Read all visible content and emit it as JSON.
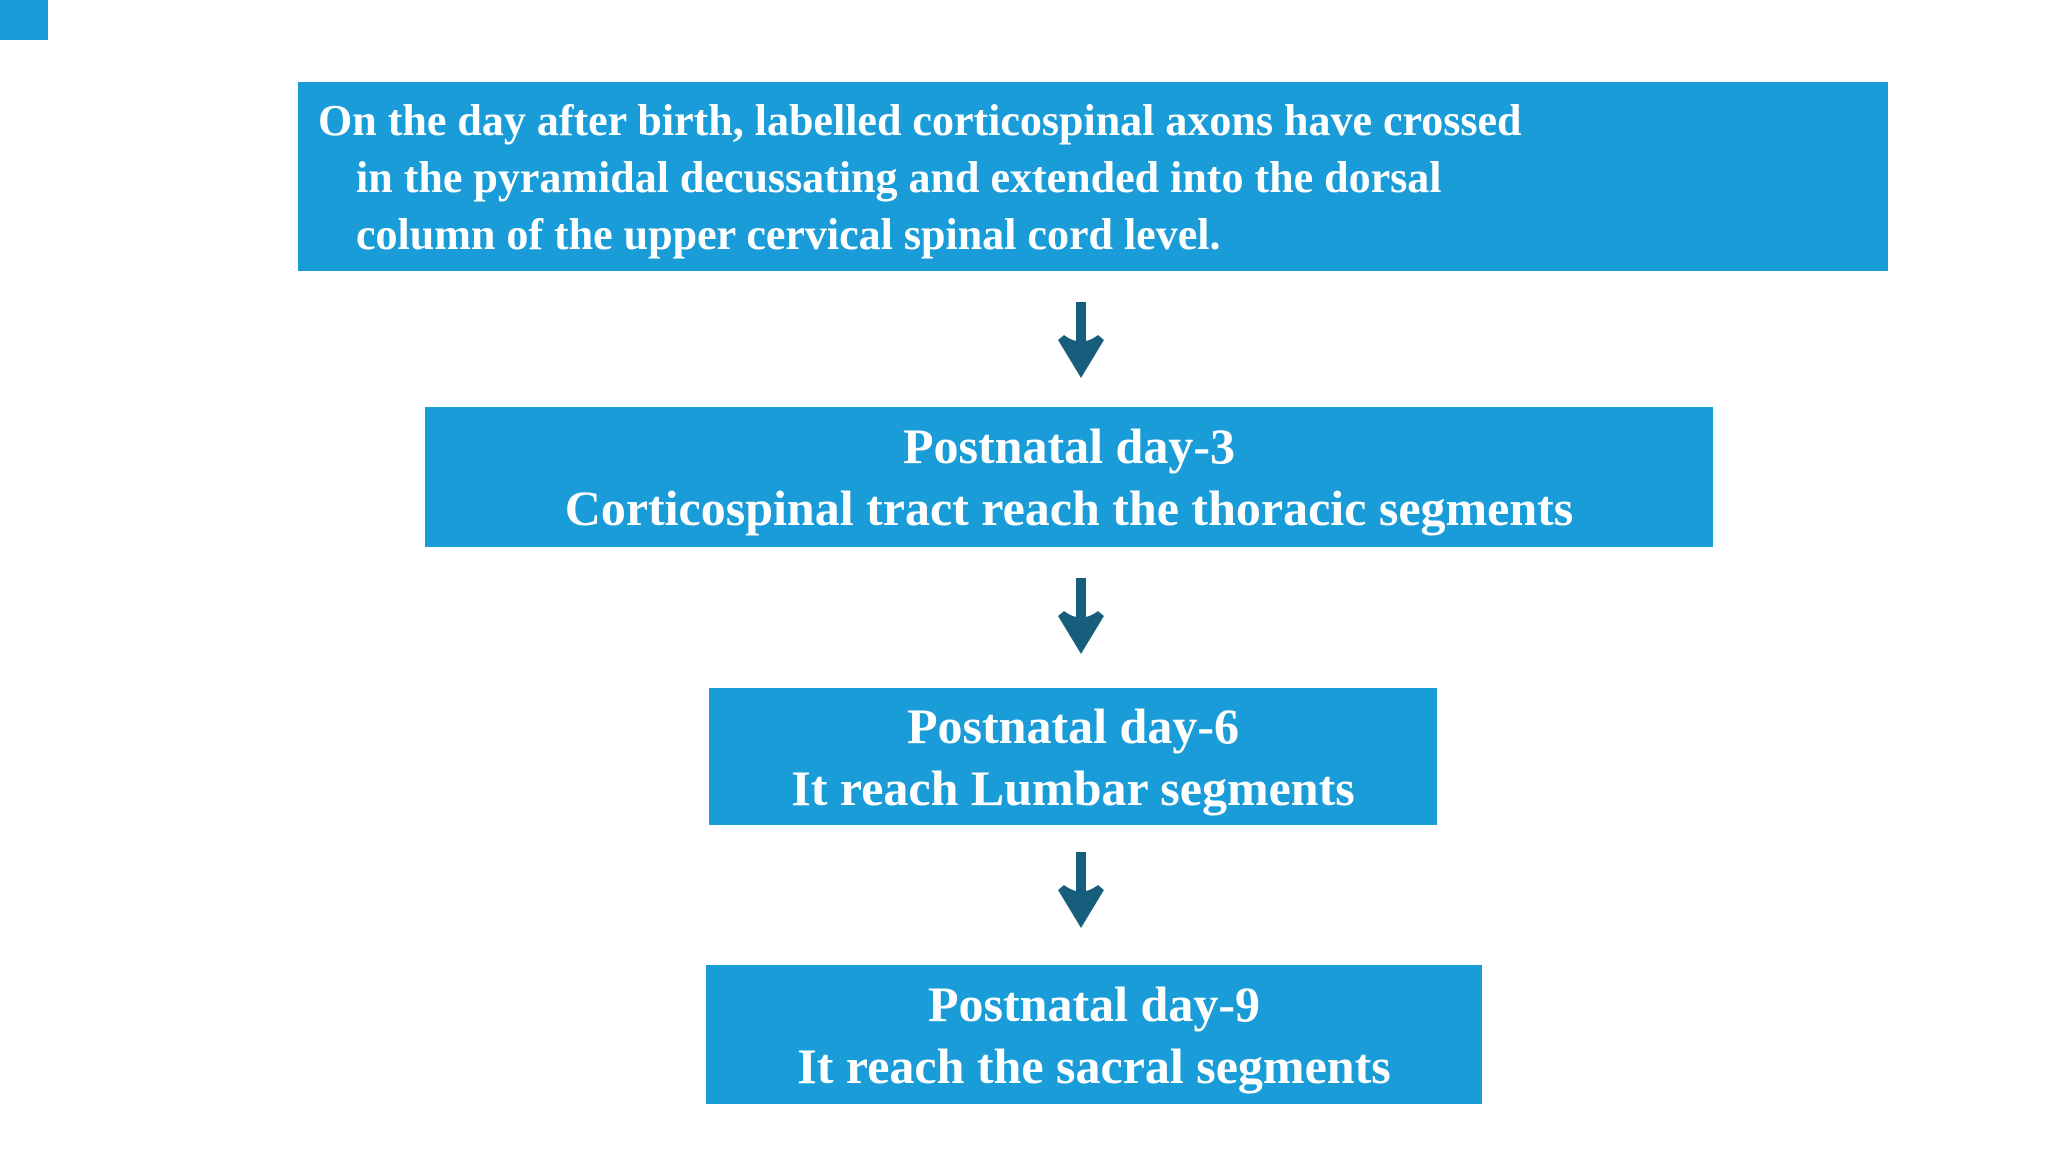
{
  "colors": {
    "box_bg": "#1A9CD8",
    "arrow": "#175E7C",
    "text": "#FFFFFF",
    "background": "#FFFFFF"
  },
  "flowchart": {
    "steps": [
      {
        "id": "day-1",
        "lines": [
          "On the day after birth, labelled corticospinal axons have crossed",
          "in the pyramidal decussating and extended into the dorsal",
          "column of the upper cervical spinal cord level."
        ]
      },
      {
        "id": "day-3",
        "lines": [
          "Postnatal day-3",
          "Corticospinal tract reach the thoracic segments"
        ]
      },
      {
        "id": "day-6",
        "lines": [
          "Postnatal day-6",
          "It reach Lumbar segments"
        ]
      },
      {
        "id": "day-9",
        "lines": [
          "Postnatal day-9",
          "It reach the sacral segments"
        ]
      }
    ],
    "connector": "down-arrow"
  }
}
